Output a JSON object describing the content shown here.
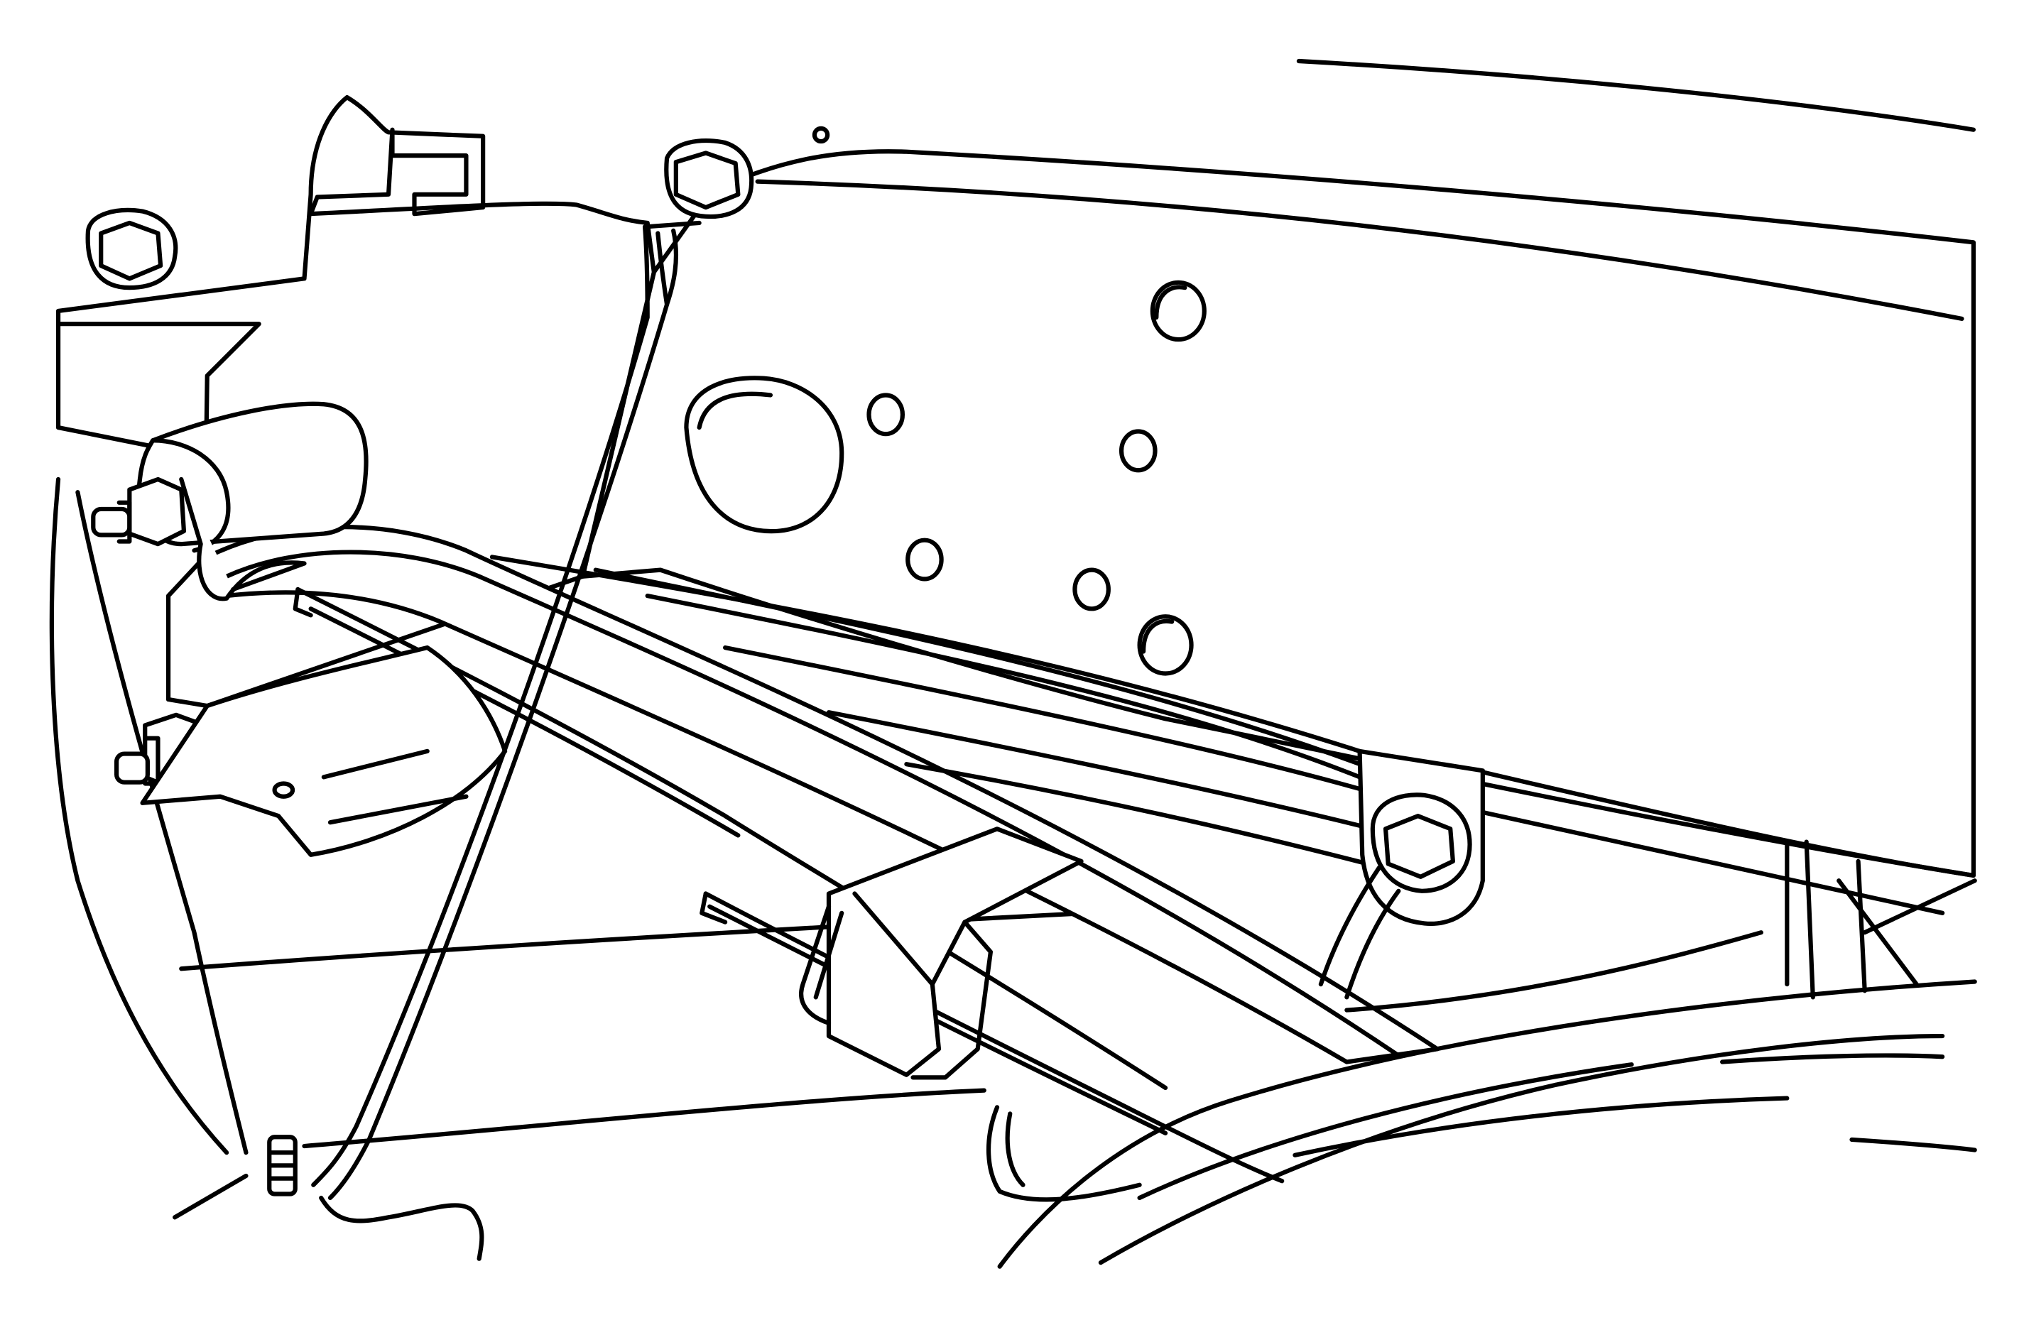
{
  "diagram": {
    "style": "monochrome line drawing",
    "line_color": "#000000",
    "background": "#ffffff",
    "components": [
      "frame-rail",
      "leaf-spring",
      "spring-shackle",
      "u-bolt-clamp",
      "hanger-bracket",
      "brake-line",
      "axle-housing",
      "tire"
    ]
  }
}
